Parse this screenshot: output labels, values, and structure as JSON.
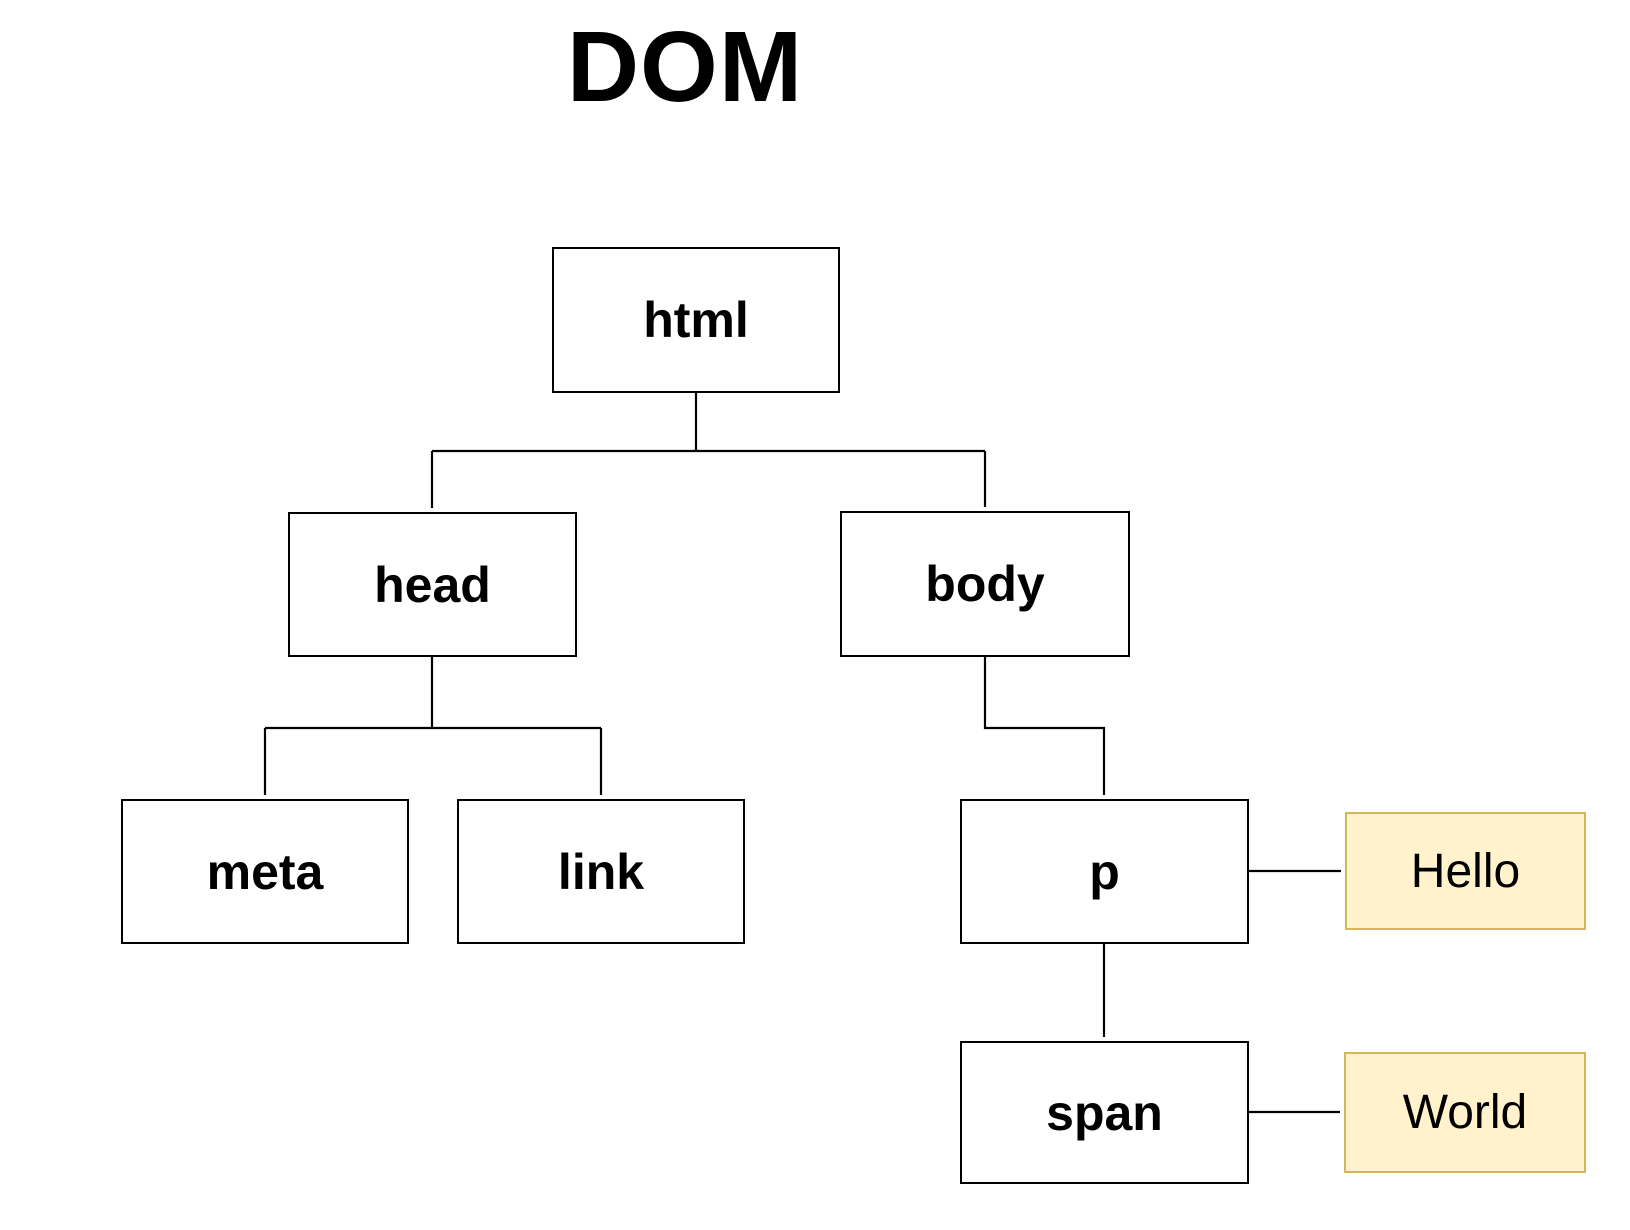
{
  "title": "DOM",
  "colors": {
    "line": "#000000",
    "element_node_fill": "#FFFFFF",
    "element_node_border": "#000000",
    "text_node_fill": "#FFF2CC",
    "text_node_border": "#D6B656",
    "label_text": "#000000"
  },
  "nodes": {
    "html": {
      "label": "html",
      "type": "element"
    },
    "head": {
      "label": "head",
      "type": "element"
    },
    "body": {
      "label": "body",
      "type": "element"
    },
    "meta": {
      "label": "meta",
      "type": "element"
    },
    "link": {
      "label": "link",
      "type": "element"
    },
    "p": {
      "label": "p",
      "type": "element"
    },
    "span": {
      "label": "span",
      "type": "element"
    },
    "hello": {
      "label": "Hello",
      "type": "text"
    },
    "world": {
      "label": "World",
      "type": "text"
    }
  },
  "edges": [
    {
      "from": "html",
      "to": "head"
    },
    {
      "from": "html",
      "to": "body"
    },
    {
      "from": "head",
      "to": "meta"
    },
    {
      "from": "head",
      "to": "link"
    },
    {
      "from": "body",
      "to": "p"
    },
    {
      "from": "p",
      "to": "span"
    },
    {
      "from": "p",
      "to": "hello"
    },
    {
      "from": "span",
      "to": "world"
    }
  ]
}
